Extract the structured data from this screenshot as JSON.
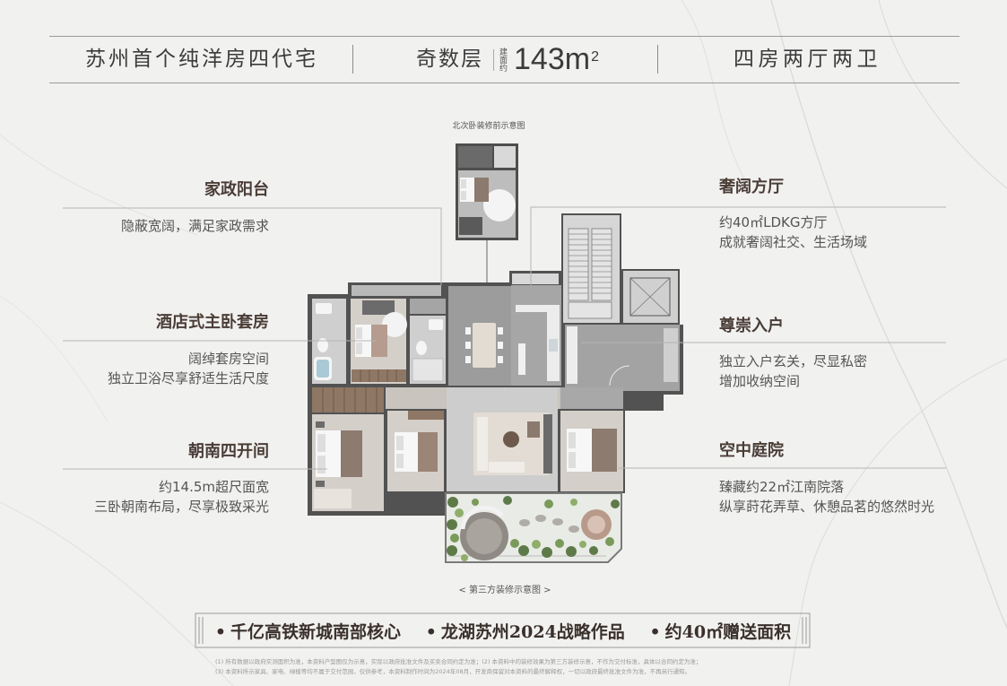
{
  "header": {
    "slogan": "苏州首个纯洋房四代宅",
    "floor_type": "奇数层",
    "area_label": "建面约",
    "area_value": "143m",
    "area_sup": "2",
    "layout": "四房两厅两卫"
  },
  "plan": {
    "inset_caption": "北次卧装修前示意图",
    "bottom_caption": "< 第三方装修示意图 >"
  },
  "callouts": {
    "left": [
      {
        "title": "家政阳台",
        "lines": [
          "隐蔽宽阔，满足家政需求"
        ]
      },
      {
        "title": "酒店式主卧套房",
        "lines": [
          "阔绰套房空间",
          "独立卫浴尽享舒适生活尺度"
        ]
      },
      {
        "title": "朝南四开间",
        "lines": [
          "约14.5m超尺面宽",
          "三卧朝南布局，尽享极致采光"
        ]
      }
    ],
    "right": [
      {
        "title": "奢阔方厅",
        "lines": [
          "约40㎡LDKG方厅",
          "成就奢阔社交、生活场域"
        ]
      },
      {
        "title": "尊崇入户",
        "lines": [
          "独立入户玄关，尽显私密",
          "增加收纳空间"
        ]
      },
      {
        "title": "空中庭院",
        "lines": [
          "臻藏约22㎡江南院落",
          "纵享莳花弄草、休憩品茗的悠然时光"
        ]
      }
    ]
  },
  "banner": {
    "bullet": "•",
    "items": [
      "千亿高铁新城南部核心",
      "龙湖苏州2024战略作品",
      "约40㎡赠送面积"
    ]
  },
  "disclaimer": {
    "lines": [
      "(1) 所有数据以政府实测面积为准，本资料户型图仅为示意，实际以政府批准文件及买卖合同约定为准；(2) 本资料中的装修效果为第三方装修示意，不作为交付标准，具体以合同约定为准；",
      "(3) 本资料所示家具、家电、绿植等均不属于交付范围，仅供参考，本资料制作时间为2024年08月，开发商保留对本资料的最终解释权，一切以政府最终批准文件为准，不再另行通知。"
    ]
  },
  "colors": {
    "background": "#f1f1f0",
    "heading": "#4a3d36",
    "body": "#555555",
    "rule": "#9a9a9a",
    "wall": "#525252",
    "garden_green": "#5d7a48",
    "wood": "#8e7764"
  }
}
